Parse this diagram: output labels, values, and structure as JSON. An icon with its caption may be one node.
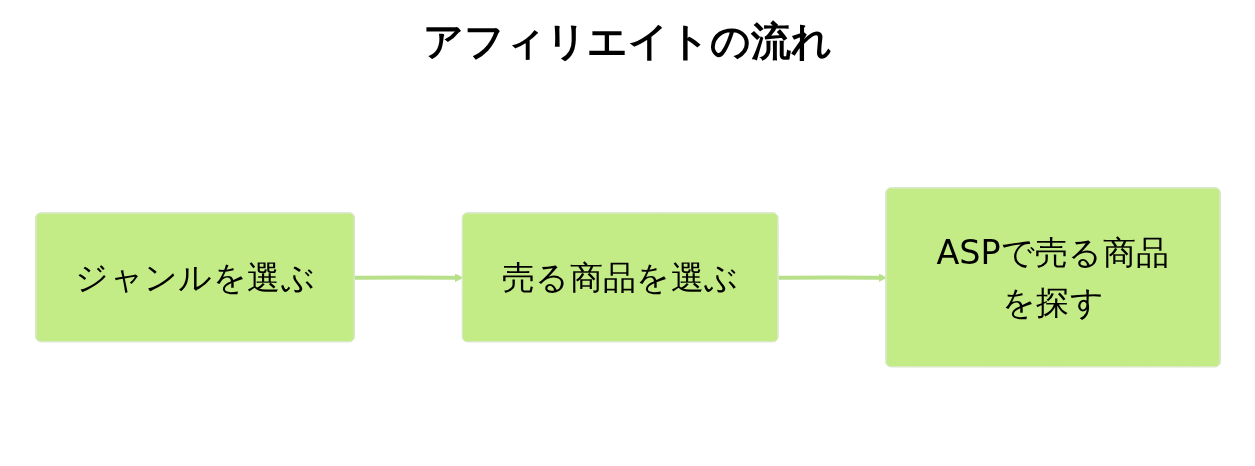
{
  "diagram": {
    "title": "アフィリエイトの流れ",
    "nodes": [
      {
        "text": [
          "ジャンルを選ぶ"
        ]
      },
      {
        "text": [
          "売る商品を選ぶ"
        ]
      },
      {
        "text": [
          "ASPで売る商品を探す"
        ]
      }
    ],
    "edges": [
      {
        "from": 0,
        "to": 1,
        "arrow": "to"
      },
      {
        "from": 1,
        "to": 2,
        "arrow": "to"
      }
    ]
  }
}
